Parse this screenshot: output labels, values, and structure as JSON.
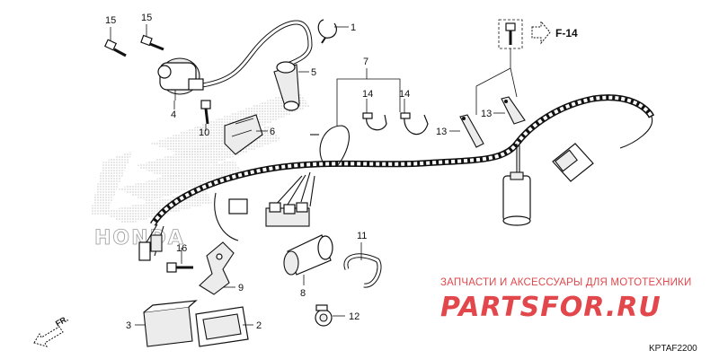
{
  "diagram": {
    "callouts": {
      "c1": "1",
      "c2": "2",
      "c3": "3",
      "c4": "4",
      "c5": "5",
      "c6": "6",
      "c7": "7",
      "c8": "8",
      "c9": "9",
      "c10": "10",
      "c11": "11",
      "c12": "12",
      "c13a": "13",
      "c13b": "13",
      "c14a": "14",
      "c14b": "14",
      "c15a": "15",
      "c15b": "15",
      "c16": "16"
    },
    "reference": "F-14",
    "code": "KPTAF2200",
    "direction": "FR."
  },
  "watermark": {
    "line1": "ЗАПЧАСТИ И АКСЕССУАРЫ ДЛЯ МОТОТЕХНИКИ",
    "line2": "PARTSFOR.RU",
    "color": "#e2474c",
    "logo_text": "HONDA"
  }
}
